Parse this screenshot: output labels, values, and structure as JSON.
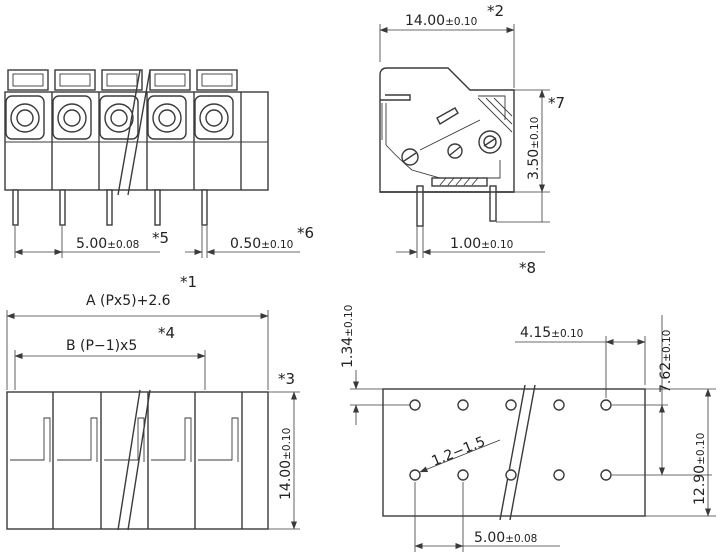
{
  "notes": {
    "n1": "*1",
    "n2": "*2",
    "n3": "*3",
    "n4": "*4",
    "n5": "*5",
    "n6": "*6",
    "n7": "*7",
    "n8": "*8"
  },
  "dims": {
    "side_width": {
      "main": "14.00",
      "tol": "±0.10"
    },
    "side_height": {
      "main": "3.50",
      "tol": "±0.10"
    },
    "pin_offset": {
      "main": "1.00",
      "tol": "±0.10"
    },
    "pitch_front": {
      "main": "5.00",
      "tol": "±0.08"
    },
    "pin_width": {
      "main": "0.50",
      "tol": "±0.10"
    },
    "len_a": "A (Px5)+2.6",
    "len_b": "B (P−1)x5",
    "top_height": {
      "main": "14.00",
      "tol": "±0.10"
    },
    "pcb_top": {
      "main": "1.34",
      "tol": "±0.10"
    },
    "pcb_row": {
      "main": "4.15",
      "tol": "±0.10"
    },
    "pcb_mid": {
      "main": "7.62",
      "tol": "±0.10"
    },
    "pcb_total": {
      "main": "12.90",
      "tol": "±0.10"
    },
    "hole_dia": "1.2−1.5",
    "pcb_pitch": {
      "main": "5.00",
      "tol": "±0.08"
    }
  },
  "colors": {
    "line": "#3a3a3a",
    "text": "#222222"
  }
}
